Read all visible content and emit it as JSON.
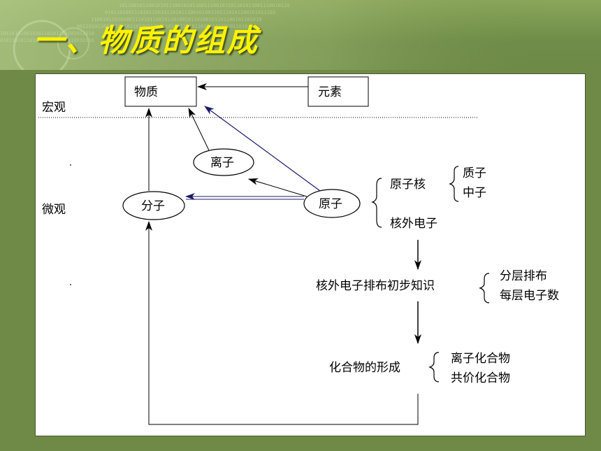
{
  "slide": {
    "title": "一、物质的组成"
  },
  "diagram": {
    "substance": "物质",
    "element": "元素",
    "macro": "宏观",
    "micro": "微观",
    "ion": "离子",
    "molecule": "分子",
    "atom": "原子",
    "nucleus": "原子核",
    "proton": "质子",
    "neutron": "中子",
    "electrons": "核外电子",
    "arrangement": "核外电子排布初步知识",
    "layered": "分层排布",
    "per_layer": "每层电子数",
    "compound_formation": "化合物的形成",
    "ionic": "离子化合物",
    "covalent": "共价化合物"
  },
  "colors": {
    "background": "#6e8a46",
    "title": "#fff200",
    "dark_arrow": "#1a1a6a"
  }
}
